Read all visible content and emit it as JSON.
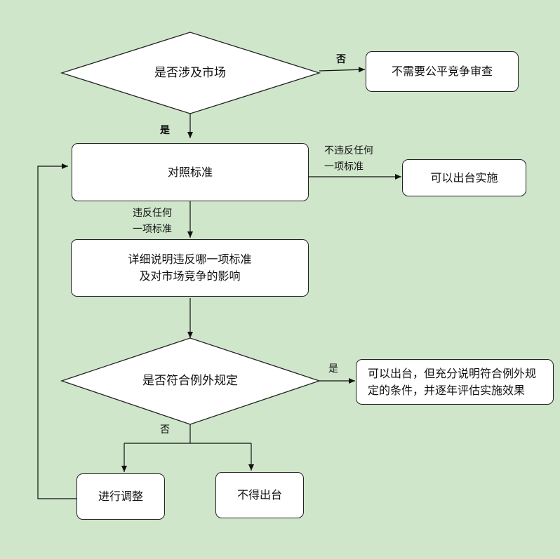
{
  "nodes": {
    "market_decision": "是否涉及市场",
    "no_review": "不需要公平竞争审查",
    "check_standard": "对照标准",
    "can_implement": "可以出台实施",
    "explain_violation": "详细说明违反哪一项标准\n及对市场竞争的影响",
    "exception_decision": "是否符合例外规定",
    "exception_ok": "可以出台，但充分说明符合例外规\n定的条件，并逐年评估实施效果",
    "adjust": "进行调整",
    "not_allowed": "不得出台"
  },
  "edges": {
    "no_1": "否",
    "yes_1": "是",
    "not_violate": "不违反任何\n一项标准",
    "violate": "违反任何\n一项标准",
    "yes_2": "是",
    "no_2": "否"
  }
}
